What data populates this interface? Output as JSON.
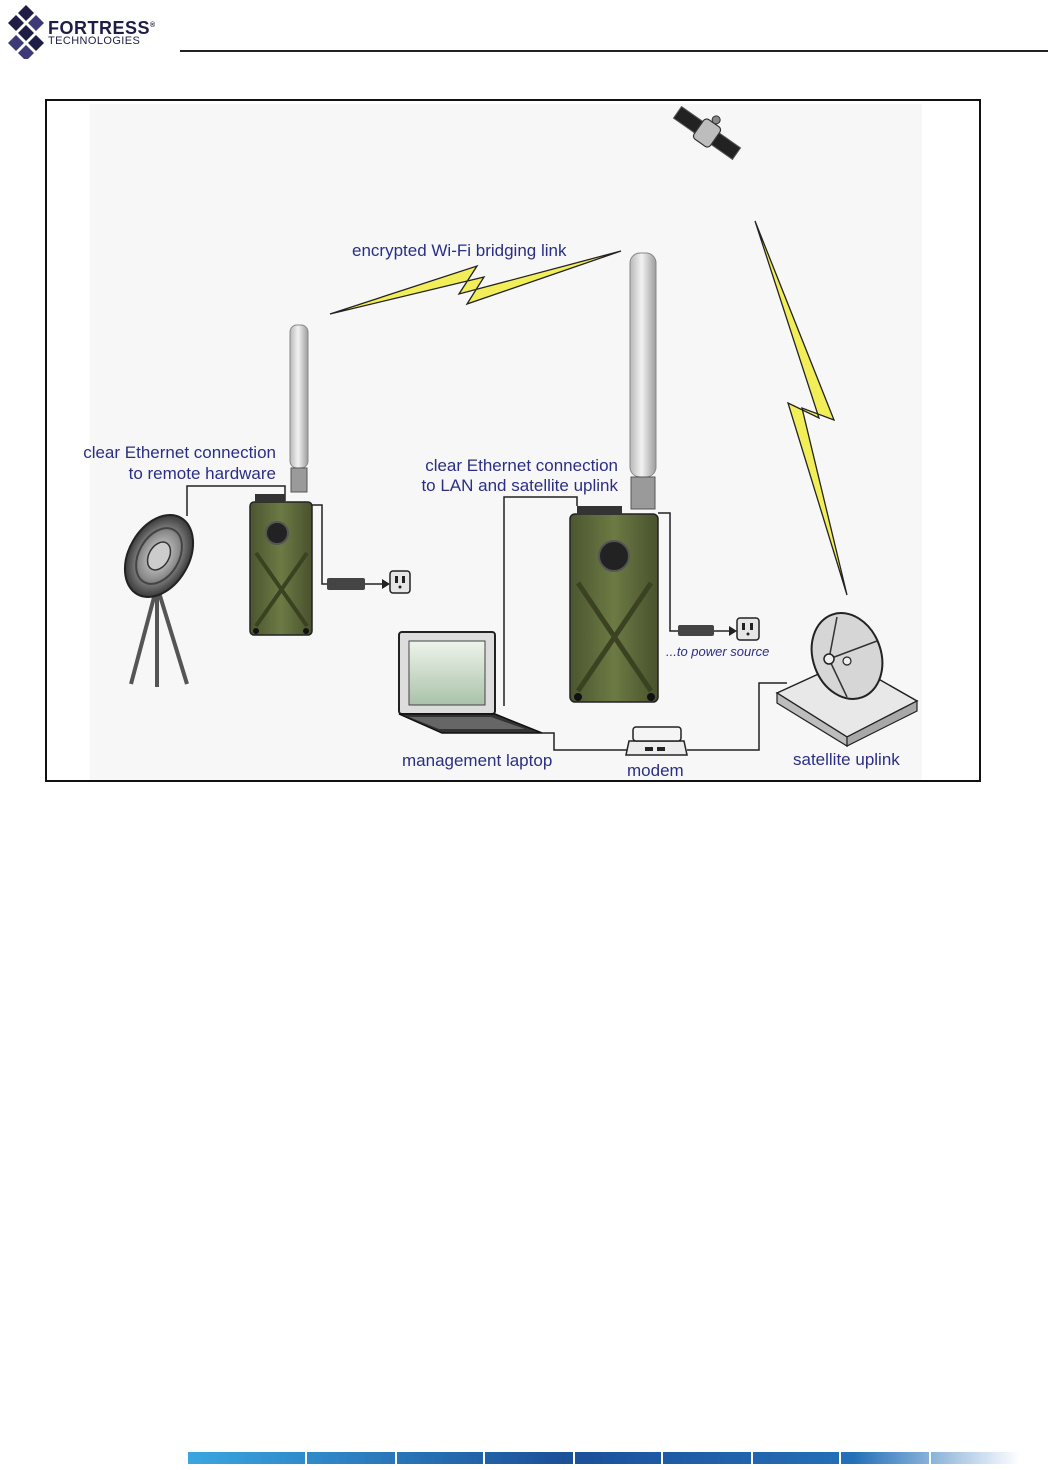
{
  "header": {
    "brand": "FORTRESS",
    "brand_reg": "®",
    "brand_sub": "TECHNOLOGIES"
  },
  "diagram": {
    "labels": {
      "wifi_link": "encrypted Wi-Fi bridging link",
      "clear_eth_remote_1": "clear Ethernet connection",
      "clear_eth_remote_2": "to remote hardware",
      "clear_eth_lan_1": "clear Ethernet connection",
      "clear_eth_lan_2": "to LAN and satellite uplink",
      "power_source": "...to power source",
      "laptop": "management laptop",
      "modem": "modem",
      "satellite_uplink": "satellite uplink"
    },
    "colors": {
      "text": "#2a2f84",
      "radio_body": "#5e6b3a",
      "lightning": "#f2ee5a",
      "antenna": "#dcdcdc"
    },
    "icons": [
      "satellite-icon",
      "dish-antenna-icon",
      "tactical-radio-icon",
      "laptop-icon",
      "modem-icon",
      "power-outlet-icon",
      "satellite-dish-icon",
      "lightning-link-icon"
    ]
  }
}
